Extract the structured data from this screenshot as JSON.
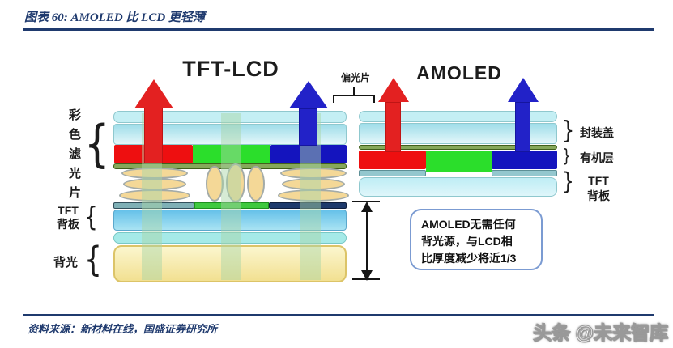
{
  "header": {
    "title": "图表 60:  AMOLED 比 LCD 更轻薄"
  },
  "footer": {
    "source": "资料来源：新材料在线，国盛证券研究所",
    "watermark": "头条 @未来智库"
  },
  "diagram": {
    "lcd": {
      "title": "TFT-LCD",
      "label_color_filter": "彩色滤光片",
      "label_tft_backplane": "TFT\n背板",
      "label_backlight": "背光"
    },
    "amoled": {
      "title": "AMOLED",
      "label_encap_cover": "封装盖",
      "label_organic_layer": "有机层",
      "label_tft_backplane": "TFT\n背板"
    },
    "polarizer_label": "偏光片",
    "callout_text": "AMOLED无需任何\n背光源，与LCD相\n比厚度减少将近1/3",
    "glyphs": {
      "brace_left": "{",
      "brace_right": "}"
    },
    "colors": {
      "accent_navy": "#1F3A6E",
      "subpixel_red": "#EE0F10",
      "subpixel_green": "#2BDE2B",
      "subpixel_blue": "#1414BE",
      "glass_cyan_top": "#9FDDE9",
      "polarizer_cyan": "#C4EFF4",
      "tft_glass_blue": "#66C1E9",
      "backlight_yellow": "#F2E091",
      "organic_line_olive": "#86A85A",
      "callout_border_blue": "#7B9BD2"
    }
  }
}
